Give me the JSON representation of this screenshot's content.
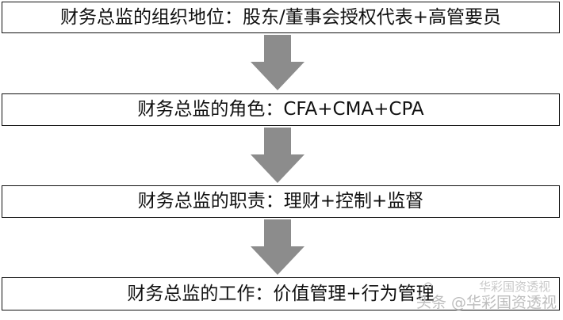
{
  "diagram": {
    "boxes": [
      {
        "text": "财务总监的组织地位：股东/董事会授权代表+高管要员"
      },
      {
        "text": "财务总监的角色：CFA+CMA+CPA"
      },
      {
        "text": "财务总监的职责：理财+控制+监督"
      },
      {
        "text": "财务总监的工作：价值管理+行为管理"
      }
    ],
    "arrow_color": "#8c8c8c"
  },
  "watermark": {
    "top_text": "华彩国资透视",
    "bottom_text": "头条 @华彩国资透视"
  }
}
